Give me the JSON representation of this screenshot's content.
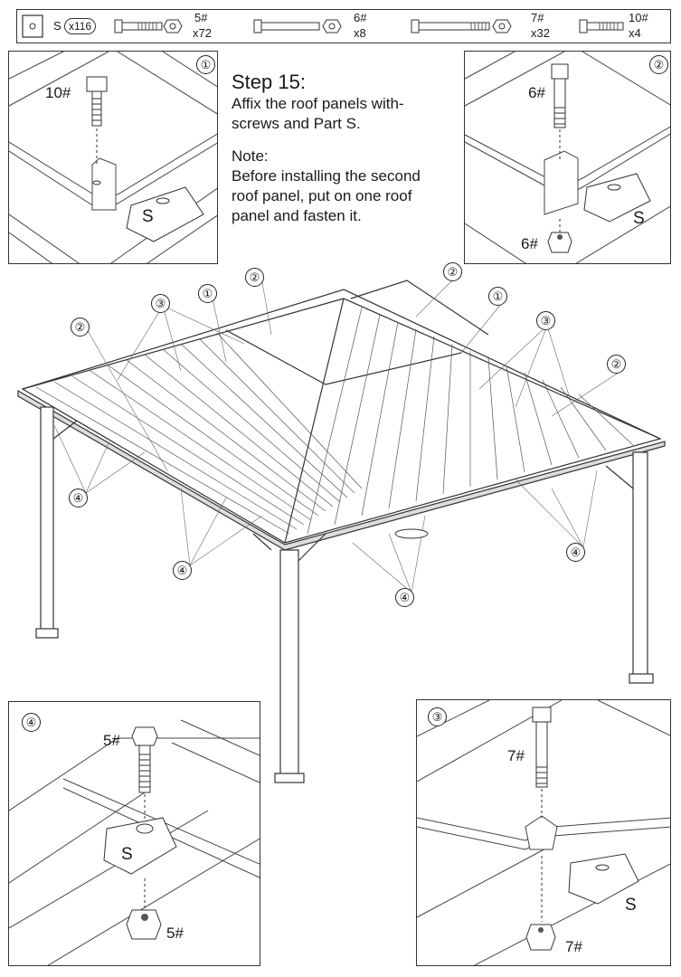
{
  "parts": [
    {
      "id": "S",
      "qty": "x116"
    },
    {
      "id": "5#",
      "qty": "x72"
    },
    {
      "id": "6#",
      "qty": "x8"
    },
    {
      "id": "7#",
      "qty": "x32"
    },
    {
      "id": "10#",
      "qty": "x4"
    }
  ],
  "instructions": {
    "title": "Step 15:",
    "line1": "Affix the roof panels with-",
    "line2": "screws and Part S.",
    "note_title": "Note:",
    "note1": "Before installing the second",
    "note2": "roof panel, put on one roof",
    "note3": "panel and fasten it."
  },
  "details": {
    "d1": {
      "marker": "①",
      "screw": "10#",
      "part": "S"
    },
    "d2": {
      "marker": "②",
      "screw": "6#",
      "nut": "6#",
      "part": "S"
    },
    "d3": {
      "marker": "③",
      "screw": "7#",
      "nut": "7#",
      "part": "S"
    },
    "d4": {
      "marker": "④",
      "screw": "5#",
      "nut": "5#",
      "part": "S"
    }
  },
  "callouts": [
    "①",
    "②",
    "③",
    "④"
  ]
}
